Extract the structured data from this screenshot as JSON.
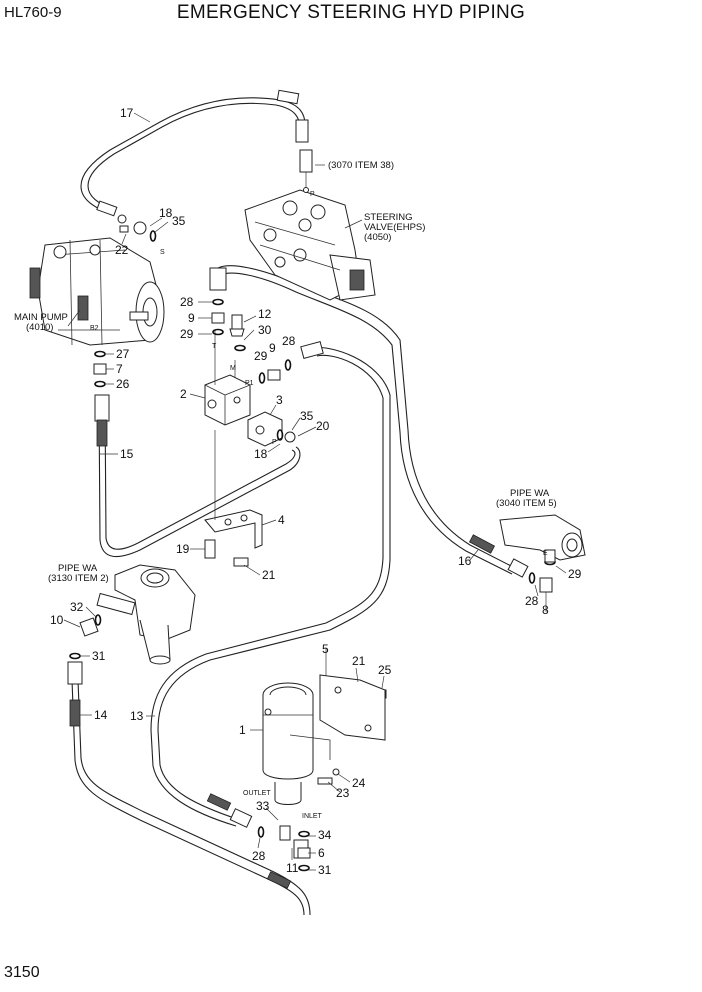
{
  "header": {
    "model": "HL760-9",
    "title": "EMERGENCY STEERING HYD PIPING",
    "page_number": "3150"
  },
  "callouts": {
    "c1": "1",
    "c2": "2",
    "c3": "3",
    "c4": "4",
    "c5": "5",
    "c6": "6",
    "c7": "7",
    "c8": "8",
    "c9a": "9",
    "c9b": "9",
    "c10": "10",
    "c11": "11",
    "c12": "12",
    "c13": "13",
    "c14": "14",
    "c15": "15",
    "c16": "16",
    "c17": "17",
    "c18a": "18",
    "c18b": "18",
    "c19": "19",
    "c20": "20",
    "c21a": "21",
    "c21b": "21",
    "c22": "22",
    "c23": "23",
    "c24": "24",
    "c25": "25",
    "c26": "26",
    "c27": "27",
    "c28a": "28",
    "c28b": "28",
    "c28c": "28",
    "c28d": "28",
    "c29a": "29",
    "c29b": "29",
    "c29c": "29",
    "c30": "30",
    "c31a": "31",
    "c31b": "31",
    "c32": "32",
    "c33": "33",
    "c34": "34",
    "c35a": "35",
    "c35b": "35"
  },
  "references": {
    "ref_3070": "(3070 ITEM 38)",
    "steering_valve_1": "STEERING",
    "steering_valve_2": "VALVE(EHPS)",
    "steering_valve_3": "(4050)",
    "main_pump_1": "MAIN PUMP",
    "main_pump_2": "(4010)",
    "pipe_wa_right_1": "PIPE WA",
    "pipe_wa_right_2": "(3040 ITEM 5)",
    "pipe_wa_left_1": "PIPE WA",
    "pipe_wa_left_2": "(3130 ITEM 2)"
  },
  "port_marks": {
    "p_top": "P",
    "s": "S",
    "b2": "B2",
    "t": "T",
    "m": "M",
    "p1": "P1",
    "p": "P",
    "e": "E",
    "outlet": "OUTLET",
    "inlet": "INLET"
  }
}
